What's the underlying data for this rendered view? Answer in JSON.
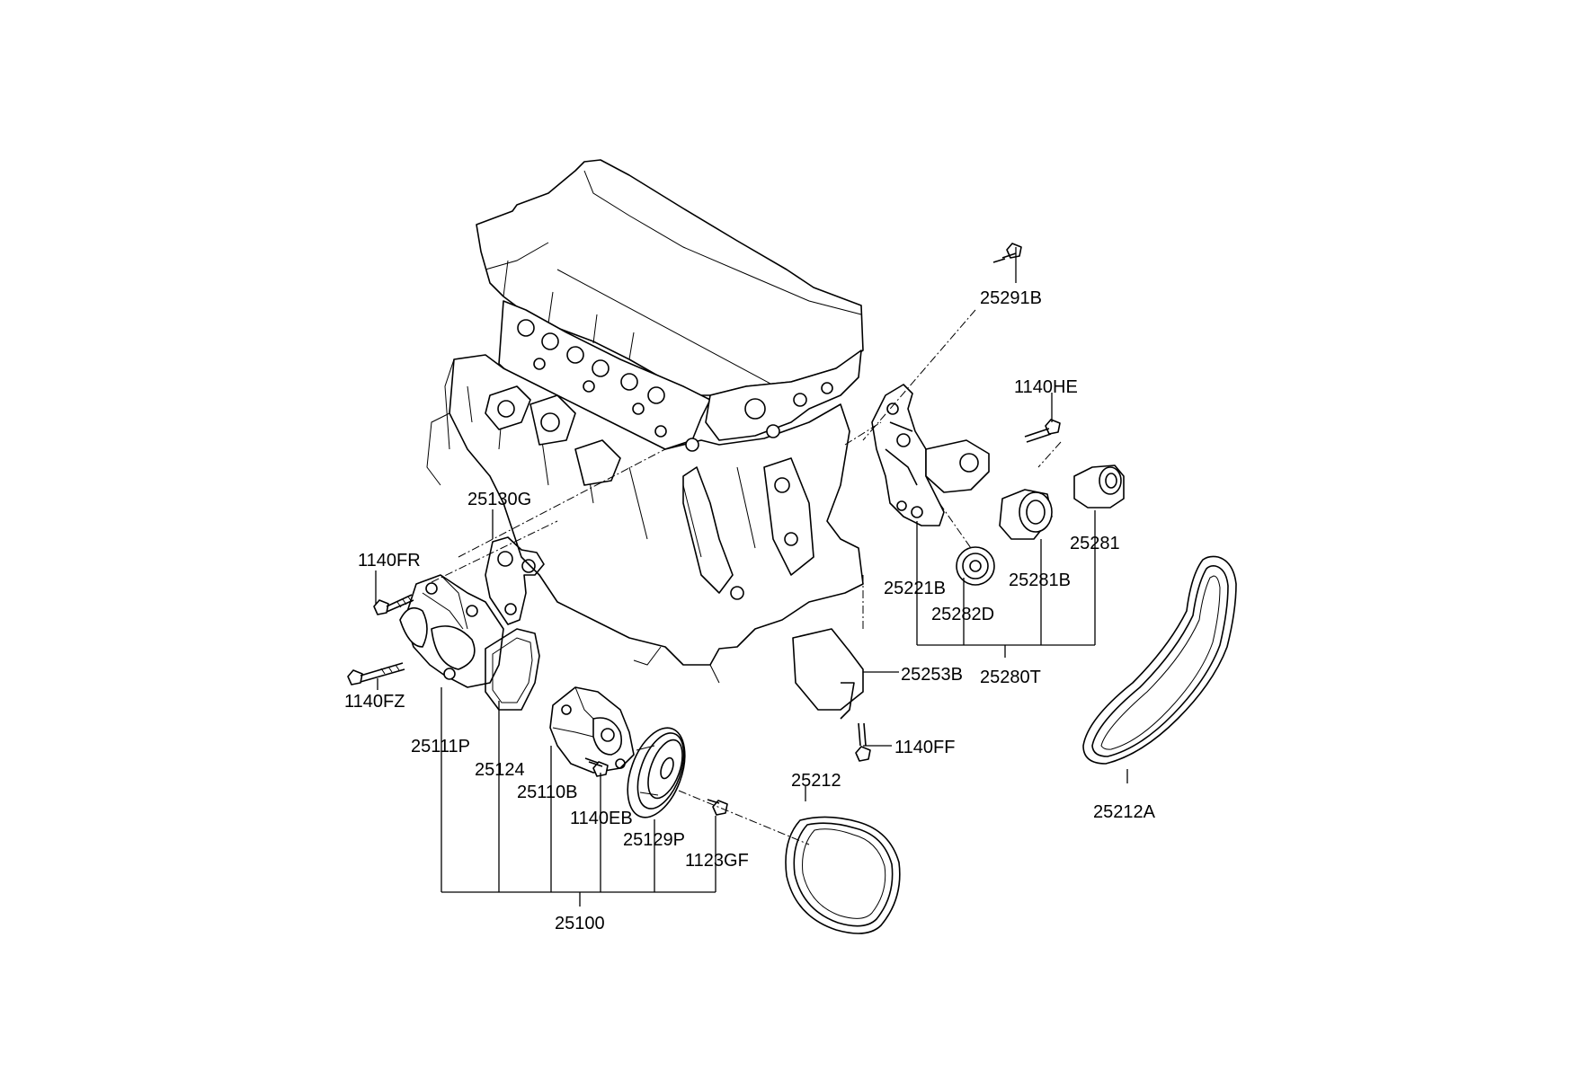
{
  "callouts": {
    "p25291B": "25291B",
    "p1140HE": "1140HE",
    "p25130G": "25130G",
    "p1140FR": "1140FR",
    "p1140FZ": "1140FZ",
    "p25111P": "25111P",
    "p25124": "25124",
    "p25110B": "25110B",
    "p1140EB": "1140EB",
    "p25129P": "25129P",
    "p1123GF": "1123GF",
    "p25100": "25100",
    "p25212": "25212",
    "p25212A": "25212A",
    "p25281": "25281",
    "p25281B": "25281B",
    "p25221B": "25221B",
    "p25282D": "25282D",
    "p25280T": "25280T",
    "p25253B": "25253B",
    "p1140FF": "1140FF"
  }
}
